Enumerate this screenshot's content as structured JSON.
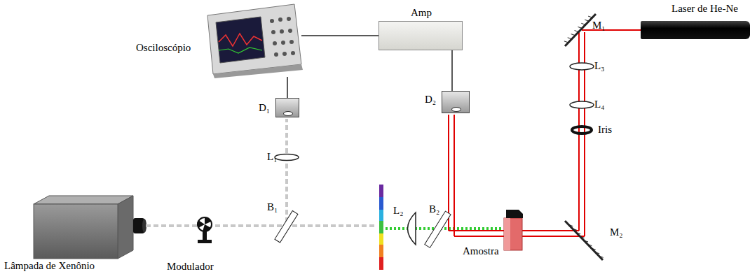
{
  "diagram": {
    "nodes": [
      {
        "text": [
          "Osciloscópio"
        ]
      },
      {
        "text": [
          "Amp"
        ]
      },
      {
        "text": [
          "D₁"
        ]
      },
      {
        "text": [
          "D₂"
        ]
      },
      {
        "text": [
          "Laser de He-Ne"
        ]
      },
      {
        "text": [
          "Lâmpada de Xenônio"
        ]
      }
    ],
    "edges": [
      {
        "from": 0,
        "to": 1,
        "arrow": "none"
      },
      {
        "from": 2,
        "to": 0,
        "arrow": "none"
      },
      {
        "from": 3,
        "to": 1,
        "arrow": "none"
      }
    ],
    "labels": [
      "M₁",
      "L₃",
      "L₄",
      "Iris",
      "M₂",
      "L₁",
      "B₁",
      "L₂",
      "B₂",
      "Amostra",
      "Modulador"
    ]
  }
}
